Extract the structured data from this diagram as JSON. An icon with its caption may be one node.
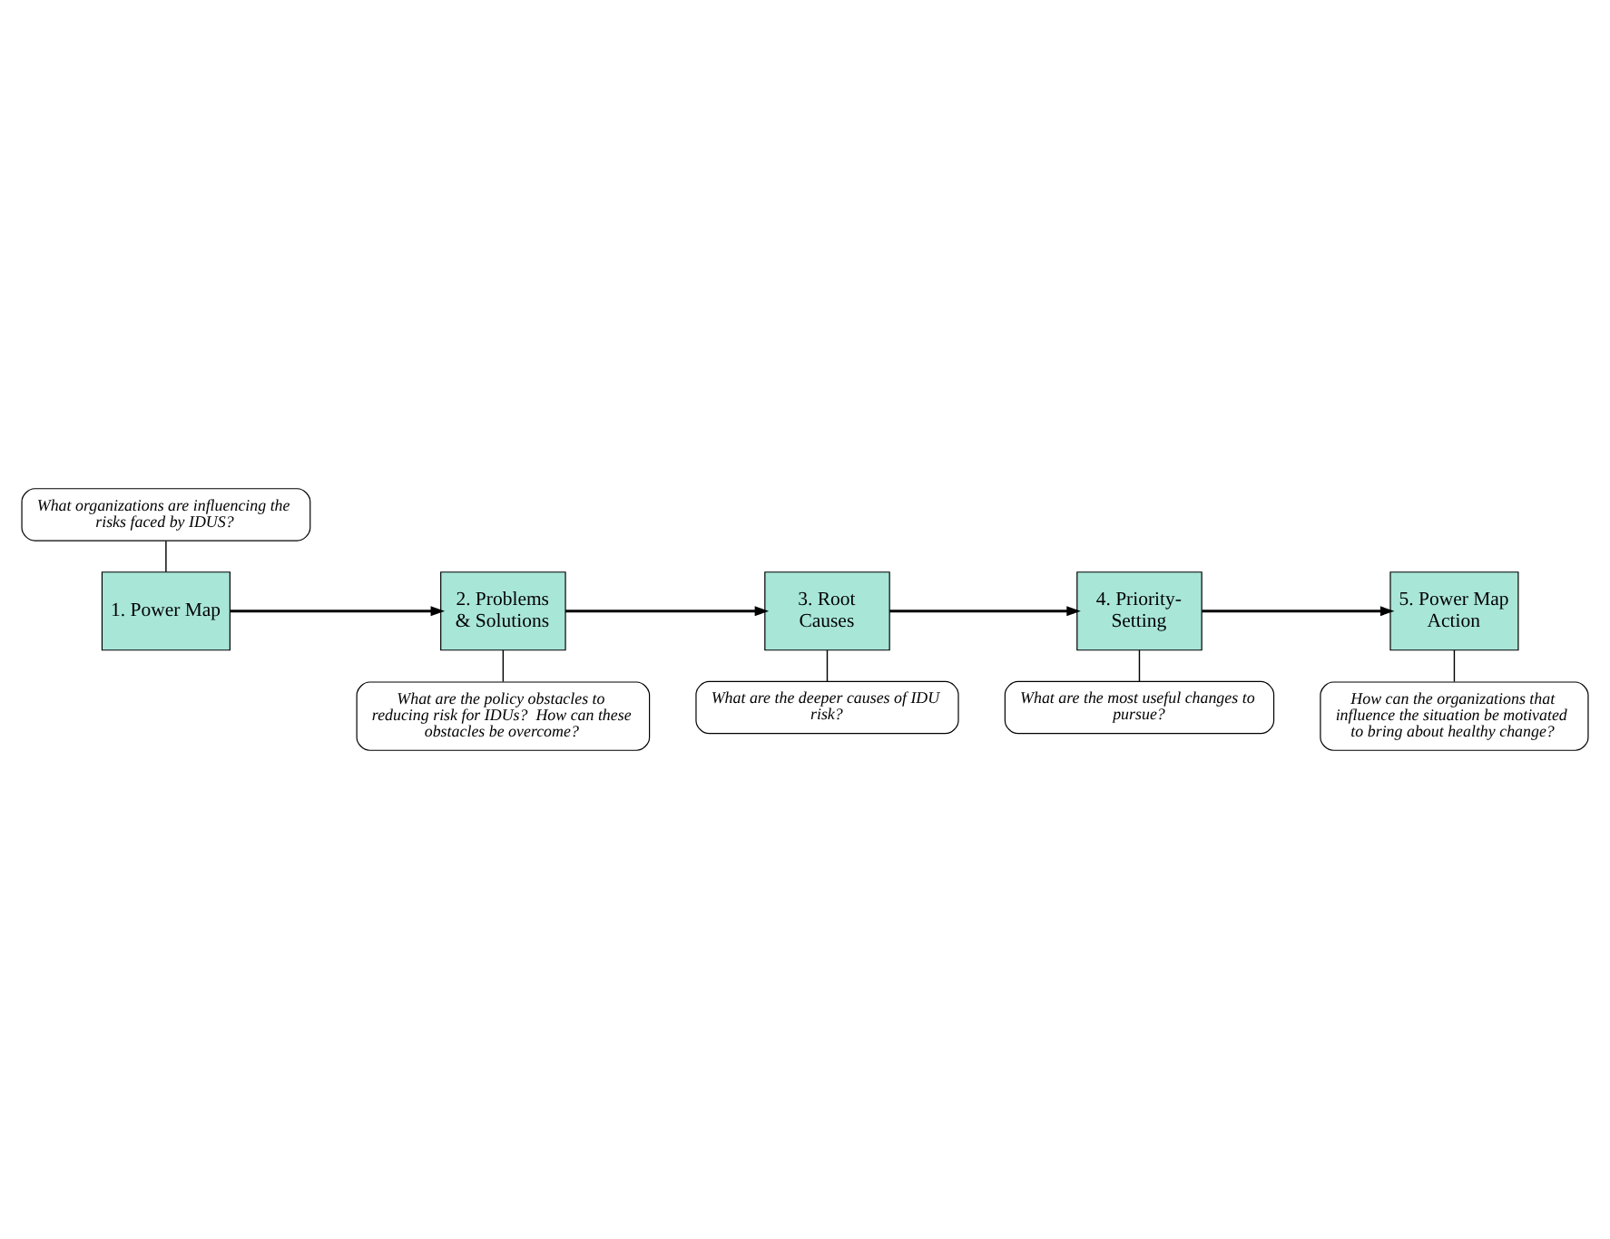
{
  "diagram": {
    "nodes": [
      {
        "text": [
          "What organizations are influencing the risks faced by IDUS?"
        ]
      },
      {
        "text": [
          "What are the most useful changes to pursue?"
        ]
      },
      {
        "text": [
          "What are the policy obstacles to reducing risk for IDUs?  How can these obstacles be overcome?"
        ]
      },
      {
        "text": [
          "1. Power Map"
        ]
      },
      {
        "text": [
          "2. Problems & Solutions"
        ]
      },
      {
        "text": [
          "3. Root Causes"
        ]
      },
      {
        "text": [
          "4. Priority-Setting"
        ]
      },
      {
        "text": [
          "5. Power Map Action"
        ]
      },
      {
        "text": [
          "How can the organizations that influence the situation be motivated to bring about healthy change?"
        ]
      },
      {
        "text": [
          "What are the deeper causes of IDU risk?"
        ]
      }
    ],
    "edges": [
      {
        "from": 3,
        "to": 4,
        "arrow": "to"
      },
      {
        "from": 4,
        "to": 5,
        "arrow": "to"
      },
      {
        "from": 5,
        "to": 6,
        "arrow": "to"
      },
      {
        "from": 6,
        "to": 7,
        "arrow": "to"
      },
      {
        "from": 0,
        "to": 3,
        "arrow": "none"
      },
      {
        "from": 2,
        "to": 4,
        "arrow": "none"
      },
      {
        "from": 1,
        "to": 6,
        "arrow": "none"
      },
      {
        "from": 8,
        "to": 7,
        "arrow": "none"
      },
      {
        "from": 9,
        "to": 5,
        "arrow": "none"
      }
    ]
  }
}
